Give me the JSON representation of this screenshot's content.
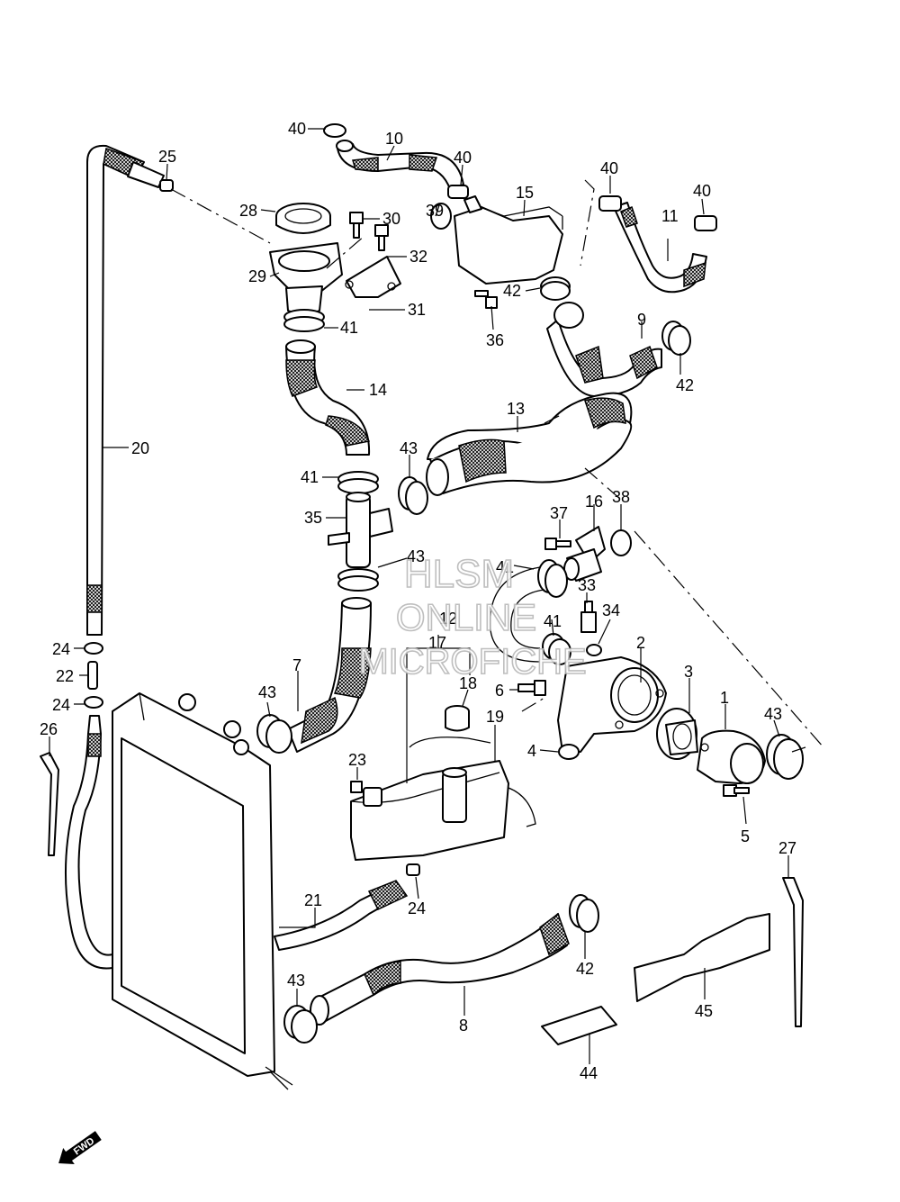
{
  "diagram": {
    "part_numbers": [
      "1",
      "2",
      "3",
      "4",
      "5",
      "6",
      "7",
      "8",
      "9",
      "10",
      "11",
      "12",
      "13",
      "14",
      "15",
      "16",
      "17",
      "18",
      "19",
      "20",
      "21",
      "22",
      "23",
      "24",
      "25",
      "26",
      "27",
      "28",
      "29",
      "30",
      "31",
      "32",
      "33",
      "34",
      "35",
      "36",
      "37",
      "38",
      "39",
      "40",
      "41",
      "42",
      "43",
      "44",
      "45"
    ],
    "direction_label": "FWD",
    "watermark": {
      "line1": "HLSM",
      "line2": "ONLINE",
      "line3": "MICROFICHE"
    }
  }
}
